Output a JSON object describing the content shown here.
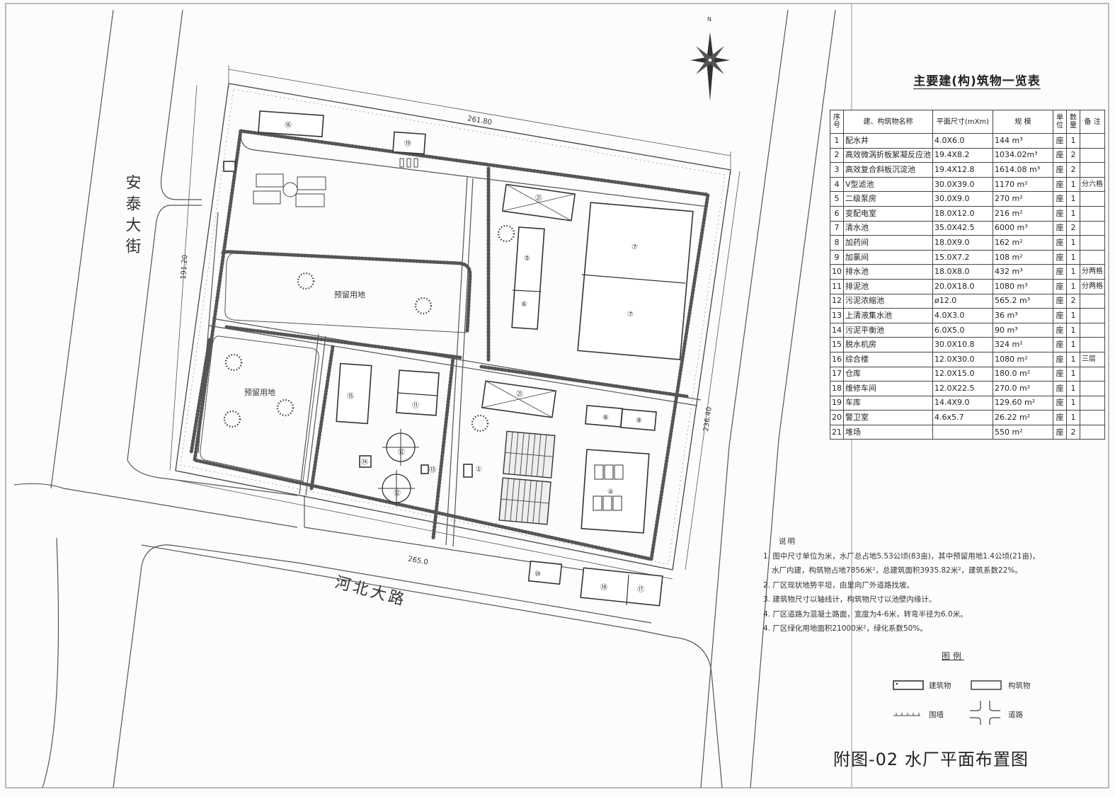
{
  "drawing_title": "附图-02 水厂平面布置图",
  "streets": {
    "west": "安泰大街",
    "south": "河北大路"
  },
  "north_label": "N",
  "dimensions": {
    "top": "261.80",
    "left": "191.20",
    "right": "236.40",
    "bottom": "265.0"
  },
  "reserved_land_label": "预留用地",
  "site_labels": {
    "b1": "①",
    "b4": "④",
    "b5": "⑤",
    "b6": "⑥",
    "b7a": "⑦",
    "b7b": "⑦",
    "b8": "⑧",
    "b9": "⑨",
    "b10": "⑩",
    "b11": "⑪",
    "b12a": "⑫",
    "b12b": "⑫",
    "b13": "⑬",
    "b14": "⑭",
    "b15": "⑮",
    "b16": "⑯",
    "b17": "⑰",
    "b18": "⑱",
    "b19": "⑲",
    "b21a": "㉑",
    "b21b": "㉑"
  },
  "buildings_table": {
    "title": "主要建(构)筑物一览表",
    "headers": [
      "序号",
      "建、构筑物名称",
      "平面尺寸(mXm)",
      "规 模",
      "单位",
      "数量",
      "备 注"
    ],
    "rows": [
      [
        "1",
        "配水井",
        "4.0X6.0",
        "144 m³",
        "座",
        "1",
        ""
      ],
      [
        "2",
        "高效微涡折板絮凝反应池",
        "19.4X8.2",
        "1034.02m³",
        "座",
        "2",
        ""
      ],
      [
        "3",
        "高效复合斜板沉淀池",
        "19.4X12.8",
        "1614.08 m³",
        "座",
        "2",
        ""
      ],
      [
        "4",
        "V型滤池",
        "30.0X39.0",
        "1170 m²",
        "座",
        "1",
        "分六格"
      ],
      [
        "5",
        "二级泵房",
        "30.0X9.0",
        "270 m²",
        "座",
        "1",
        ""
      ],
      [
        "6",
        "变配电室",
        "18.0X12.0",
        "216 m²",
        "座",
        "1",
        ""
      ],
      [
        "7",
        "清水池",
        "35.0X42.5",
        "6000 m³",
        "座",
        "2",
        ""
      ],
      [
        "8",
        "加药间",
        "18.0X9.0",
        "162 m²",
        "座",
        "1",
        ""
      ],
      [
        "9",
        "加氯间",
        "15.0X7.2",
        "108 m²",
        "座",
        "1",
        ""
      ],
      [
        "10",
        "排水池",
        "18.0X8.0",
        "432 m³",
        "座",
        "1",
        "分两格"
      ],
      [
        "11",
        "排泥池",
        "20.0X18.0",
        "1080 m³",
        "座",
        "1",
        "分两格"
      ],
      [
        "12",
        "污泥浓缩池",
        "ø12.0",
        "565.2 m³",
        "座",
        "2",
        ""
      ],
      [
        "13",
        "上清液集水池",
        "4.0X3.0",
        "36 m³",
        "座",
        "1",
        ""
      ],
      [
        "14",
        "污泥平衡池",
        "6.0X5.0",
        "90 m³",
        "座",
        "1",
        ""
      ],
      [
        "15",
        "脱水机房",
        "30.0X10.8",
        "324 m²",
        "座",
        "1",
        ""
      ],
      [
        "16",
        "综合楼",
        "12.0X30.0",
        "1080 m²",
        "座",
        "1",
        "三层"
      ],
      [
        "17",
        "仓库",
        "12.0X15.0",
        "180.0 m²",
        "座",
        "1",
        ""
      ],
      [
        "18",
        "维修车间",
        "12.0X22.5",
        "270.0 m²",
        "座",
        "1",
        ""
      ],
      [
        "19",
        "车库",
        "14.4X9.0",
        "129.60 m²",
        "座",
        "1",
        ""
      ],
      [
        "20",
        "警卫室",
        "4.6x5.7",
        "26.22 m²",
        "座",
        "1",
        ""
      ],
      [
        "21",
        "堆场",
        "",
        "550 m²",
        "座",
        "2",
        ""
      ]
    ]
  },
  "notes": {
    "title": "说明",
    "items": [
      "1. 图中尺寸单位为米，水厂总占地5.53公顷(83亩)，其中预留用地1.4公顷(21亩)，",
      "水厂内建，构筑物占地7856米²，总建筑面积3935.82米²，建筑系数22%。",
      "2. 厂区现状地势平坦，由里向厂外道路找坡。",
      "3. 建筑物尺寸以轴线计，构筑物尺寸以池壁内缘计。",
      "4. 厂区道路为混凝土路面，宽度为4-6米，转弯半径为6.0米。",
      "4. 厂区绿化用地面积21000米²，绿化系数50%。"
    ]
  },
  "legend": {
    "title": "图例",
    "building": "建筑物",
    "structure": "构筑物",
    "wall": "围墙",
    "road": "道路"
  }
}
